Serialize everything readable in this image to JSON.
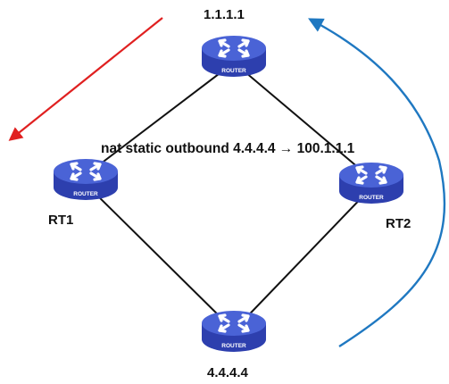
{
  "routers": [
    {
      "id": "top",
      "label": "1.1.1.1",
      "badge": "ROUTER"
    },
    {
      "id": "rt1",
      "label": "RT1",
      "badge": "ROUTER"
    },
    {
      "id": "rt2",
      "label": "RT2",
      "badge": "ROUTER"
    },
    {
      "id": "bottom",
      "label": "4.4.4.4",
      "badge": "ROUTER"
    }
  ],
  "nat_command": "nat static outbound 4.4.4.4 → 100.1.1.1",
  "colors": {
    "router_body": "#2d3fae",
    "router_top": "#4a63d6",
    "link": "#111111",
    "red_arrow": "#e02020",
    "blue_arrow": "#1f78c1"
  },
  "icons": {
    "router": "router-icon",
    "red_arrow": "arrow-red-icon",
    "blue_arrow": "arrow-blue-icon"
  }
}
